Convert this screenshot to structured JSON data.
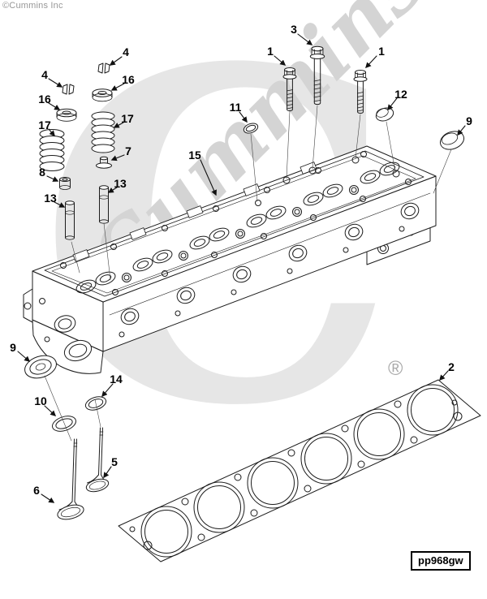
{
  "page": {
    "copyright": "©Cummins Inc",
    "part_code": "pp968gw"
  },
  "colors": {
    "line": "#1c1c1c",
    "watermark_script": "#d4d4d4",
    "watermark_letter": "#e6e6e6"
  },
  "watermark": {
    "letter": "C",
    "script": "Cummins",
    "registered": "®"
  },
  "callouts": [
    {
      "label": "3"
    },
    {
      "label": "1"
    },
    {
      "label": "1"
    },
    {
      "label": "4"
    },
    {
      "label": "4"
    },
    {
      "label": "16"
    },
    {
      "label": "16"
    },
    {
      "label": "12"
    },
    {
      "label": "17"
    },
    {
      "label": "11"
    },
    {
      "label": "9"
    },
    {
      "label": "17"
    },
    {
      "label": "15"
    },
    {
      "label": "7"
    },
    {
      "label": "8"
    },
    {
      "label": "13"
    },
    {
      "label": "13"
    },
    {
      "label": "9"
    },
    {
      "label": "2"
    },
    {
      "label": "14"
    },
    {
      "label": "10"
    },
    {
      "label": "5"
    },
    {
      "label": "6"
    }
  ]
}
